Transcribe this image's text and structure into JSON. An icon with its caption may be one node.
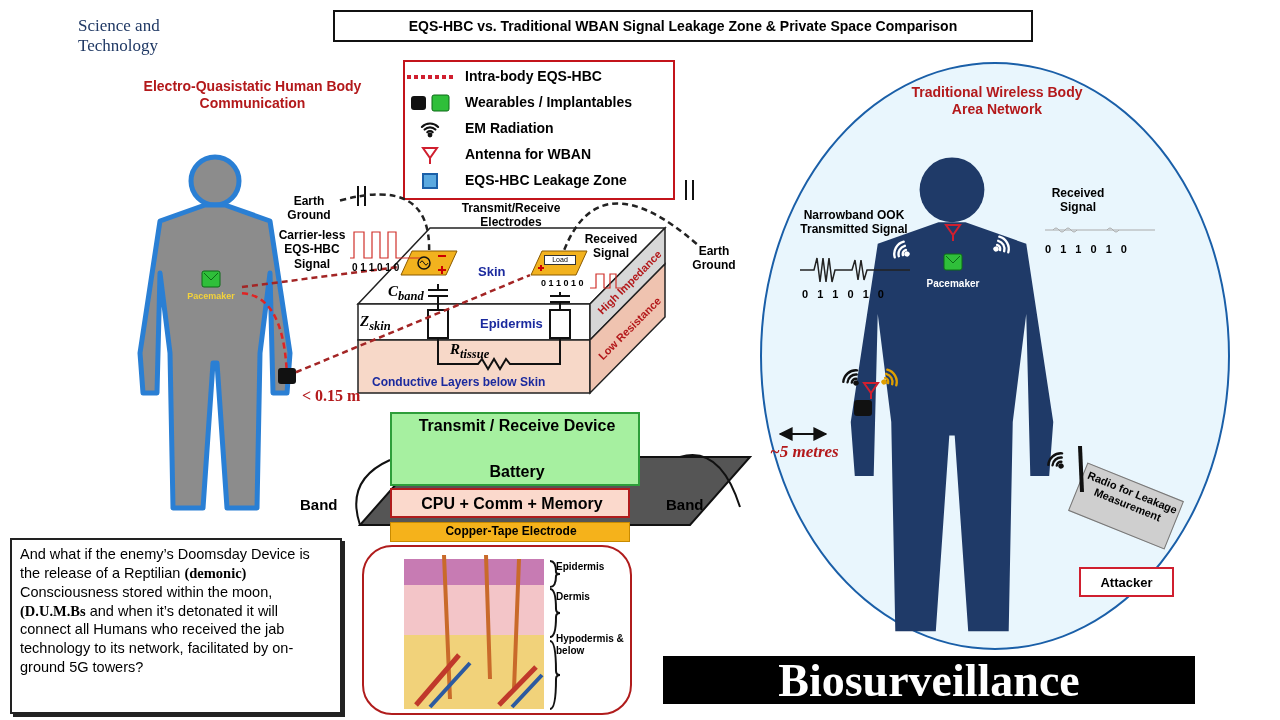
{
  "diagram": {
    "title": "EQS-HBC vs. Traditional WBAN Signal Leakage Zone & Private Space Comparison",
    "caption": "Biosurveillance",
    "nodes": [
      {
        "text": [
          "Electro-Quasistatic Human Body Communication"
        ]
      },
      {
        "text": [
          "Pacemaker"
        ],
        "in": 0
      },
      {
        "text": [],
        "shape": "box",
        "in": 0
      },
      {
        "text": [
          "Skin",
          "Epidermis",
          "Conductive Layers below Skin",
          "High Impedance",
          "Low Resistance"
        ]
      },
      {
        "text": [],
        "shape": "box",
        "in": 3
      },
      {
        "text": [
          "Load"
        ],
        "in": 3
      },
      {
        "text": [
          "Transmit / Receive Device",
          "Battery"
        ]
      },
      {
        "text": [
          "CPU + Comm  + Memory"
        ]
      },
      {
        "text": [
          "Copper-Tape Electrode"
        ]
      },
      {
        "text": [
          "Epidermis",
          "Dermis",
          "Hypodermis & below"
        ]
      },
      {
        "text": [
          "Traditional Wireless Body Area Network"
        ]
      },
      {
        "text": [
          "Pacemaker"
        ],
        "in": 10
      },
      {
        "text": [],
        "shape": "box",
        "in": 10
      },
      {
        "text": [
          "Radio for Leakage Measurement"
        ],
        "in": 10
      },
      {
        "text": [
          "Attacker"
        ],
        "in": 10
      },
      {
        "text": [
          "Earth Ground"
        ]
      },
      {
        "text": [
          "Earth Ground"
        ]
      }
    ],
    "edges": [
      {
        "from": 1,
        "to": 2,
        "arrow": "none",
        "style": "dashed",
        "color": "#e02424"
      },
      {
        "from": 1,
        "to": 4,
        "arrow": "none",
        "style": "dashed"
      },
      {
        "from": 2,
        "to": 5,
        "arrow": "none",
        "style": "dashed"
      },
      {
        "from": 15,
        "to": 4,
        "arrow": "none",
        "style": "dashed",
        "color": "#222222"
      },
      {
        "from": 16,
        "to": 5,
        "arrow": "none",
        "style": "dashed",
        "color": "#222222"
      }
    ],
    "labels": [
      "Science and Technology",
      "Carrier-less EQS-HBC Signal",
      "0 1 1 0 1 0",
      "Transmit/Receive Electrodes",
      "Received Signal",
      "0 1 1 0 1 0",
      "C$_{band}$",
      "Z$_{skin}$",
      "R$_{tissue}$",
      "Narrowband OOK Transmitted Signal",
      "0 1 1 0 1 0",
      "Received Signal",
      "0 1 1 0 1 0",
      "~5 metres",
      "< 0.15 m",
      "Band",
      "Band",
      "And what if the enemy’s Doomsday Device is the release of a Reptilian **(demonic)** Consciousness stored within the moon,**(D.U.M.Bs** and when it’s detonated it will connect all Humans who received the jab technology to its network, facilitated by on-ground 5G towers?"
    ],
    "legend": [
      {
        "text": "Intra-body EQS-HBC"
      },
      {
        "text": "Wearables / Implantables"
      },
      {
        "text": "EM Radiation"
      },
      {
        "text": "Antenna for WBAN"
      },
      {
        "text": "EQS-HBC Leakage Zone",
        "color": "#5aa9e0"
      }
    ]
  }
}
